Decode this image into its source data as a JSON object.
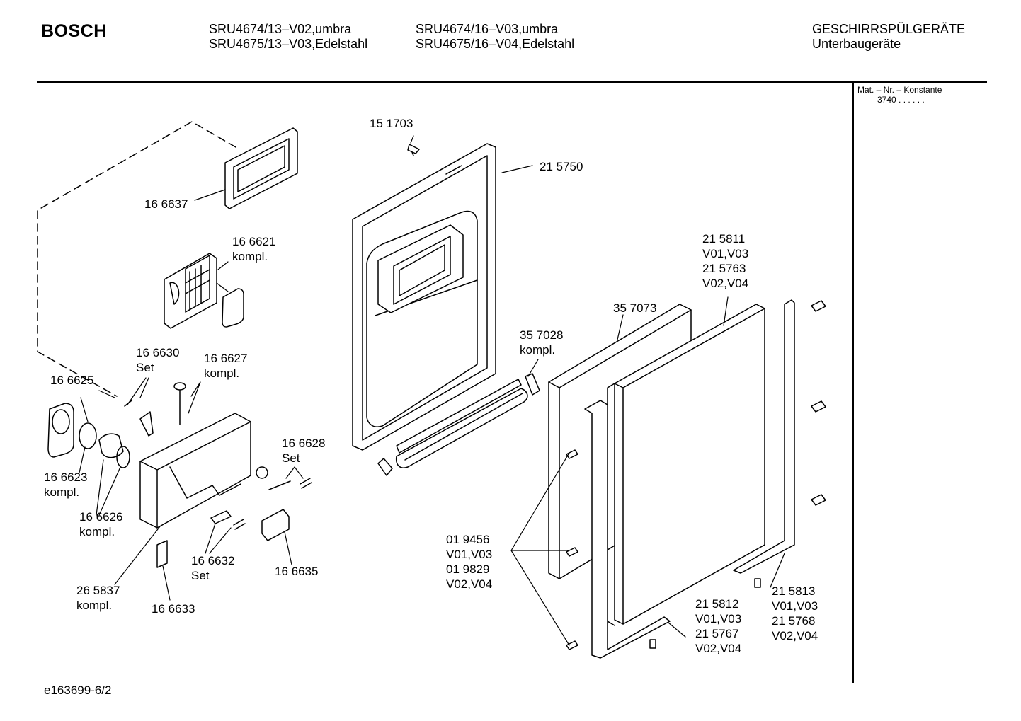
{
  "header": {
    "brand": "BOSCH",
    "models_col1": [
      "SRU4674/13–V02,umbra",
      "SRU4675/13–V03,Edelstahl"
    ],
    "models_col2": [
      "SRU4674/16–V03,umbra",
      "SRU4675/16–V04,Edelstahl"
    ],
    "category": [
      "GESCHIRRSPÜLGERÄTE",
      "Unterbaugeräte"
    ]
  },
  "side_panel": {
    "title": "Mat. – Nr. – Konstante",
    "value": "3740 .  .  .  .  .  ."
  },
  "labels": {
    "p151703": [
      "15 1703"
    ],
    "p215750": [
      "21 5750"
    ],
    "p166637": [
      "16 6637"
    ],
    "p166621": [
      "16 6621",
      "kompl."
    ],
    "p215811": [
      "21 5811",
      "V01,V03",
      "21 5763",
      "V02,V04"
    ],
    "p357073": [
      "35 7073"
    ],
    "p357028": [
      "35 7028",
      "kompl."
    ],
    "p166630": [
      "16 6630",
      "Set"
    ],
    "p166627": [
      "16 6627",
      "kompl."
    ],
    "p166625": [
      "16 6625"
    ],
    "p166628": [
      "16 6628",
      "Set"
    ],
    "p166623": [
      "16 6623",
      "kompl."
    ],
    "p166626": [
      "16 6626",
      "kompl."
    ],
    "p019456": [
      "01 9456",
      "V01,V03",
      "01 9829",
      "V02,V04"
    ],
    "p166632": [
      "16 6632",
      "Set"
    ],
    "p166635": [
      "16 6635"
    ],
    "p265837": [
      "26 5837",
      "kompl."
    ],
    "p166633": [
      "16 6633"
    ],
    "p215813": [
      "21 5813",
      "V01,V03",
      "21 5768",
      "V02,V04"
    ],
    "p215812": [
      "21 5812",
      "V01,V03",
      "21 5767",
      "V02,V04"
    ]
  },
  "footer": "e163699-6/2"
}
